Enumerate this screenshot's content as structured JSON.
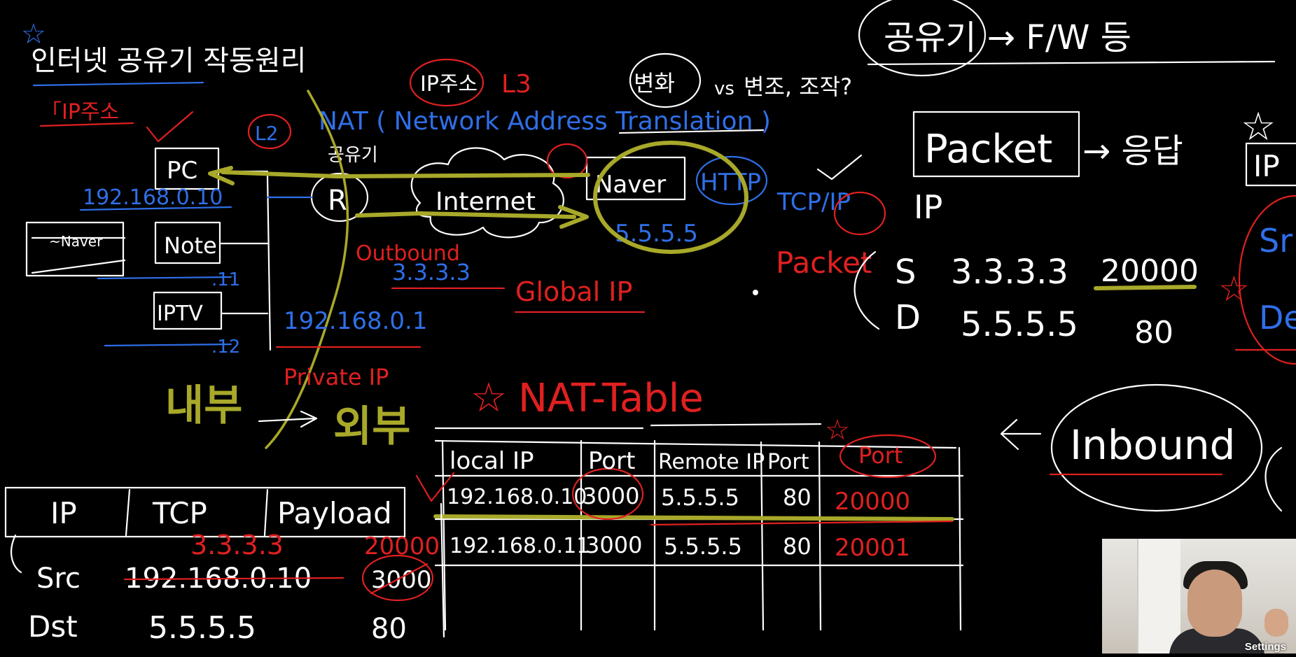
{
  "colors": {
    "background": "#000000",
    "chalk_white": "#ffffff",
    "chalk_red": "#e02020",
    "chalk_blue": "#2f6fe8",
    "chalk_yellow": "#a8a82a"
  },
  "title": "인터넷 공유기 작동원리",
  "ip_change_label": "「IP주소",
  "ip_change_circle": "IP주소",
  "layer3": "L3",
  "layer2": "L2",
  "change_question": {
    "word1": "변화",
    "vs": "vs",
    "word2": "변조, 조작?"
  },
  "nat_full": "NAT ( Network Address Translation )",
  "sharer_label": "공유기",
  "devices": {
    "pc": "PC",
    "pc_ip": "192.168.0.10",
    "note": "Note",
    "note_ip": ".11",
    "iptv": "IPTV",
    "iptv_ip": ".12",
    "router": "R",
    "laptop_tag": "~Naver"
  },
  "internet": "Internet",
  "naver": "Naver",
  "naver_ip": "5.5.5.5",
  "http": "HTTP",
  "outbound": "Outbound",
  "global_ip_addr": "3.3.3.3",
  "global_ip": "Global IP",
  "private_ip_addr": "192.168.0.1",
  "private_ip": "Private IP",
  "inner_outer": {
    "inside": "내부",
    "outside": "외부"
  },
  "tcp_ip": "TCP/IP",
  "packet_red": "Packet",
  "top_right": "공유기 → F/W 등",
  "packet_box": "Packet",
  "packet_arrow": "→ 응답",
  "ip_label": "IP",
  "src_line": {
    "label": "S",
    "ip": "3.3.3.3",
    "port": "20000"
  },
  "dst_line": {
    "label": "D",
    "ip": "5.5.5.5",
    "port": "80"
  },
  "nat_table_title": "NAT-Table",
  "nat_table": {
    "headers": [
      "local IP",
      "Port",
      "Remote IP",
      "Port",
      "Port"
    ],
    "rows": [
      [
        "192.168.0.10",
        "3000",
        "5.5.5.5",
        "80",
        "20000"
      ],
      [
        "192.168.0.11",
        "3000",
        "5.5.5.5",
        "80",
        "20001"
      ]
    ]
  },
  "inbound": "Inbound",
  "packet_header": {
    "ip": "IP",
    "tcp": "TCP",
    "payload": "Payload"
  },
  "header_src": {
    "label": "Src",
    "ip": "192.168.0.10",
    "port": "3000",
    "new_ip": "3.3.3.3",
    "new_port": "20000"
  },
  "header_dst": {
    "label": "Dst",
    "ip": "5.5.5.5",
    "port": "80"
  },
  "right_edge": {
    "sr": "Sr",
    "de": "De",
    "ip": "IP"
  },
  "webcam": {
    "settings": "Settings"
  }
}
